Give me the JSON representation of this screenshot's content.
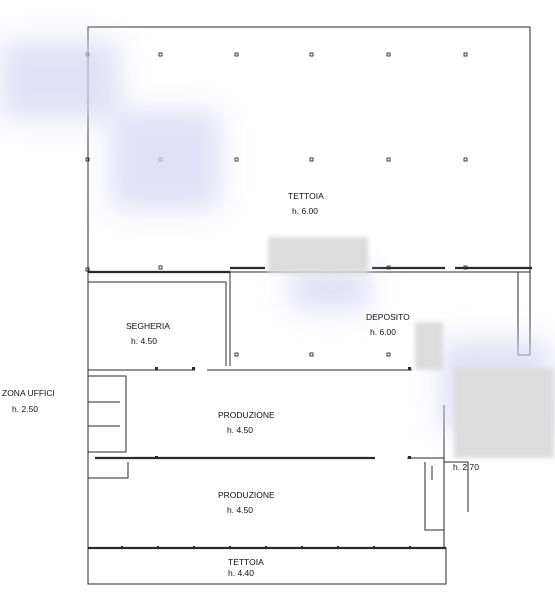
{
  "rooms": [
    {
      "id": "tettoia-top",
      "name": "TETTOIA",
      "height": "h. 6.00"
    },
    {
      "id": "segheria",
      "name": "SEGHERIA",
      "height": "h. 4.50"
    },
    {
      "id": "deposito",
      "name": "DEPOSITO",
      "height": "h. 6.00"
    },
    {
      "id": "zona-uffici",
      "name": "ZONA UFFICI",
      "height": "h. 2.50"
    },
    {
      "id": "produzione-1",
      "name": "PRODUZIONE",
      "height": "h. 4.50"
    },
    {
      "id": "produzione-2",
      "name": "PRODUZIONE",
      "height": "h. 4.50"
    },
    {
      "id": "right-annex",
      "name": "",
      "height": "h. 2.70"
    },
    {
      "id": "tettoia-bottom",
      "name": "TETTOIA",
      "height": "h. 4.40"
    }
  ],
  "colors": {
    "wall": "#2a2a2a",
    "watermark": "#8a8ae6",
    "blur": "#d6d6f4"
  }
}
